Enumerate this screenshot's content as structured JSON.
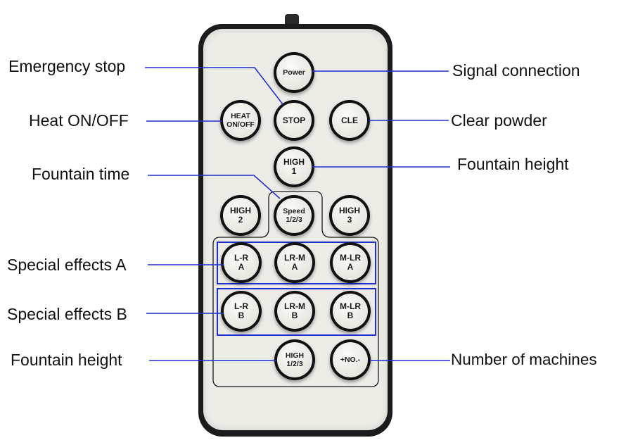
{
  "labels": {
    "emergency_stop": "Emergency stop",
    "heat_on_off": "Heat ON/OFF",
    "fountain_time": "Fountain time",
    "special_effects_a": "Special effects A",
    "special_effects_b": "Special effects B",
    "fountain_height_bottom": "Fountain height",
    "signal_connection": "Signal connection",
    "clear_powder": "Clear powder",
    "fountain_height_top": "Fountain height",
    "number_of_machines": "Number of machines"
  },
  "buttons": {
    "power": "Power",
    "heat": "HEAT\nON/OFF",
    "stop": "STOP",
    "cle": "CLE",
    "high1": "HIGH\n1",
    "high2": "HIGH\n2",
    "speed": "Speed\n1/2/3",
    "high3": "HIGH\n3",
    "lr_a": "L-R\nA",
    "lrm_a": "LR-M\nA",
    "mlr_a": "M-LR\nA",
    "lr_b": "L-R\nB",
    "lrm_b": "LR-M\nB",
    "mlr_b": "M-LR\nB",
    "high123": "HIGH\n1/2/3",
    "no": "+NO.-"
  },
  "colors": {
    "callout_line": "#1e2fd0",
    "remote_body": "#1c1c1c",
    "remote_face": "#ecebe6",
    "button_ring": "#111111"
  }
}
